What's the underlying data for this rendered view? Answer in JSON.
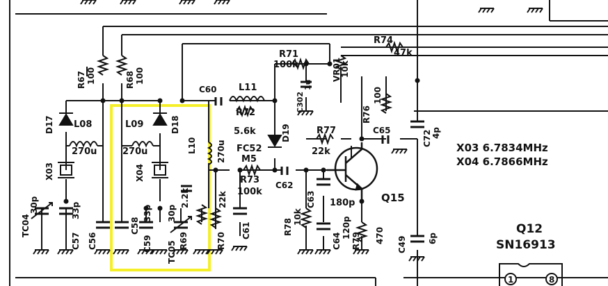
{
  "highlight_color": "#f5ef2a",
  "ink_color": "#111111",
  "labels": {
    "R74": "R74",
    "R71": "R71",
    "R71v": "100k",
    "R74v": "47k",
    "VR01": "VR01",
    "VR01v": "10k",
    "R67": "R67",
    "R67v": "100",
    "R68": "R68",
    "R68v": "100",
    "C60": "C60",
    "L11": "L11",
    "R72": "R72",
    "R72v": "5.6k",
    "C302": "C302",
    "C302v": "1u",
    "D17": "D17",
    "D18": "D18",
    "D19": "D19",
    "L08": "L08",
    "L08v": "270u",
    "L09": "L09",
    "L09v": "270u",
    "L10": "L10",
    "L10v": "270u",
    "R76": "R76",
    "R76v": "100",
    "C65": "C65",
    "C72": "C72",
    "C72v": "4p",
    "R77": "R77",
    "R77v": "22k",
    "FC52": "FC52",
    "FC52b": "M5",
    "X03": "X03",
    "X04": "X04",
    "X03info": "X03 6.7834MHz",
    "X04info": "X04 6.7866MHz",
    "R73": "R73",
    "R73v": "100k",
    "C62": "C62",
    "R69": "R69",
    "R69v": "2.2k",
    "R70": "R70",
    "R70v": "22k",
    "C61": "C61",
    "C63": "C63",
    "C63v": "180p",
    "Q15": "Q15",
    "TC04": "TC04",
    "TC04v": "30p",
    "C57": "C57",
    "C57v": "33p",
    "C56": "C56",
    "C58": "C58",
    "C59": "C59",
    "C59v": "33p",
    "TC05": "TC05",
    "TC05v": "30p",
    "R78": "R78",
    "R78v": "10k",
    "C64": "C64",
    "C64v": "120p",
    "R79": "R79",
    "R79v": "470",
    "C49": "C49",
    "C49v": "6p",
    "Q12": "Q12",
    "Q12part": "SN16913",
    "pin1": "1",
    "pin8": "8"
  }
}
